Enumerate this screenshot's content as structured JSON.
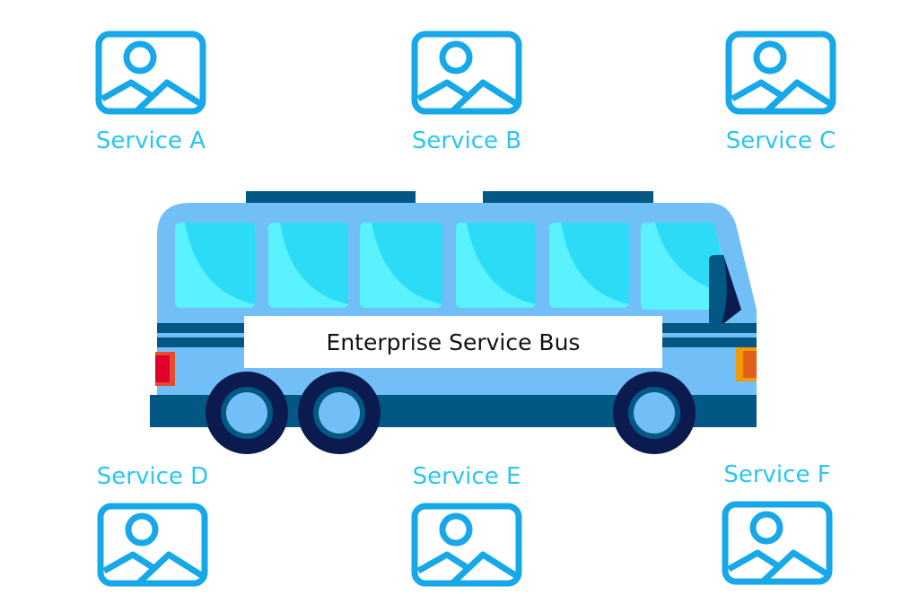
{
  "bus": {
    "label": "Enterprise Service Bus",
    "colors": {
      "body": "#72bff7",
      "window_dark": "#2cdcf7",
      "window_light": "#5af2ff",
      "stripe": "#035783",
      "tire": "#0c1b4f",
      "hub": "#72bff7",
      "rear_light": "#e0002c",
      "front_light": "#f29a0c"
    }
  },
  "services": [
    {
      "id": "A",
      "label": "Service A"
    },
    {
      "id": "B",
      "label": "Service B"
    },
    {
      "id": "C",
      "label": "Service C"
    },
    {
      "id": "D",
      "label": "Service D"
    },
    {
      "id": "E",
      "label": "Service E"
    },
    {
      "id": "F",
      "label": "Service F"
    }
  ],
  "icon": {
    "name": "image-icon",
    "color": "#16a8e8"
  },
  "label_color": "#29c6f0"
}
